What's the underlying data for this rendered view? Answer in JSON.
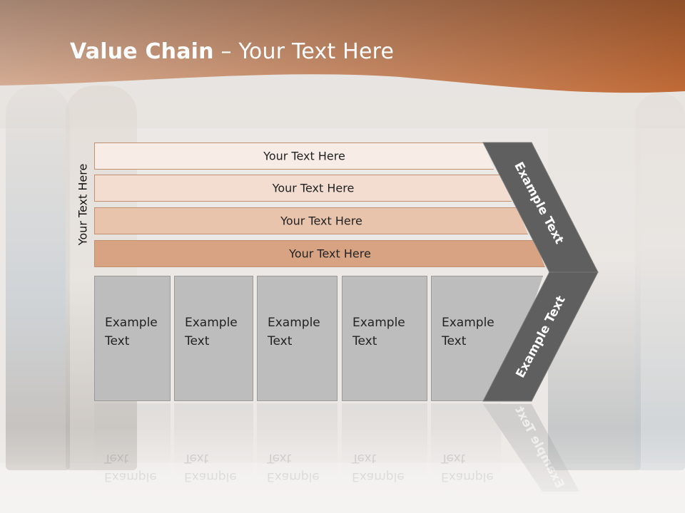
{
  "slide": {
    "title_bold": "Value Chain",
    "title_rest": " – Your Text Here",
    "side_label": "Your Text Here",
    "bars": [
      {
        "label": "Your Text Here",
        "color": "#f7ece6"
      },
      {
        "label": "Your Text Here",
        "color": "#f2ddd0"
      },
      {
        "label": "Your Text Here",
        "color": "#e8c4ad"
      },
      {
        "label": "Your Text Here",
        "color": "#d8a383"
      }
    ],
    "boxes": [
      {
        "line1": "Example",
        "line2": "Text"
      },
      {
        "line1": "Example",
        "line2": "Text"
      },
      {
        "line1": "Example",
        "line2": "Text"
      },
      {
        "line1": "Example",
        "line2": "Text"
      },
      {
        "line1": "Example",
        "line2": "Text"
      }
    ],
    "arrow_top_label": "Example Text",
    "arrow_bottom_label": "Example Text",
    "colors": {
      "title_band_left": "#d6a68a",
      "title_band_right": "#c06a36",
      "arrow_fill": "#5f5f5f",
      "arrow_stroke": "#7a7a7a"
    }
  }
}
